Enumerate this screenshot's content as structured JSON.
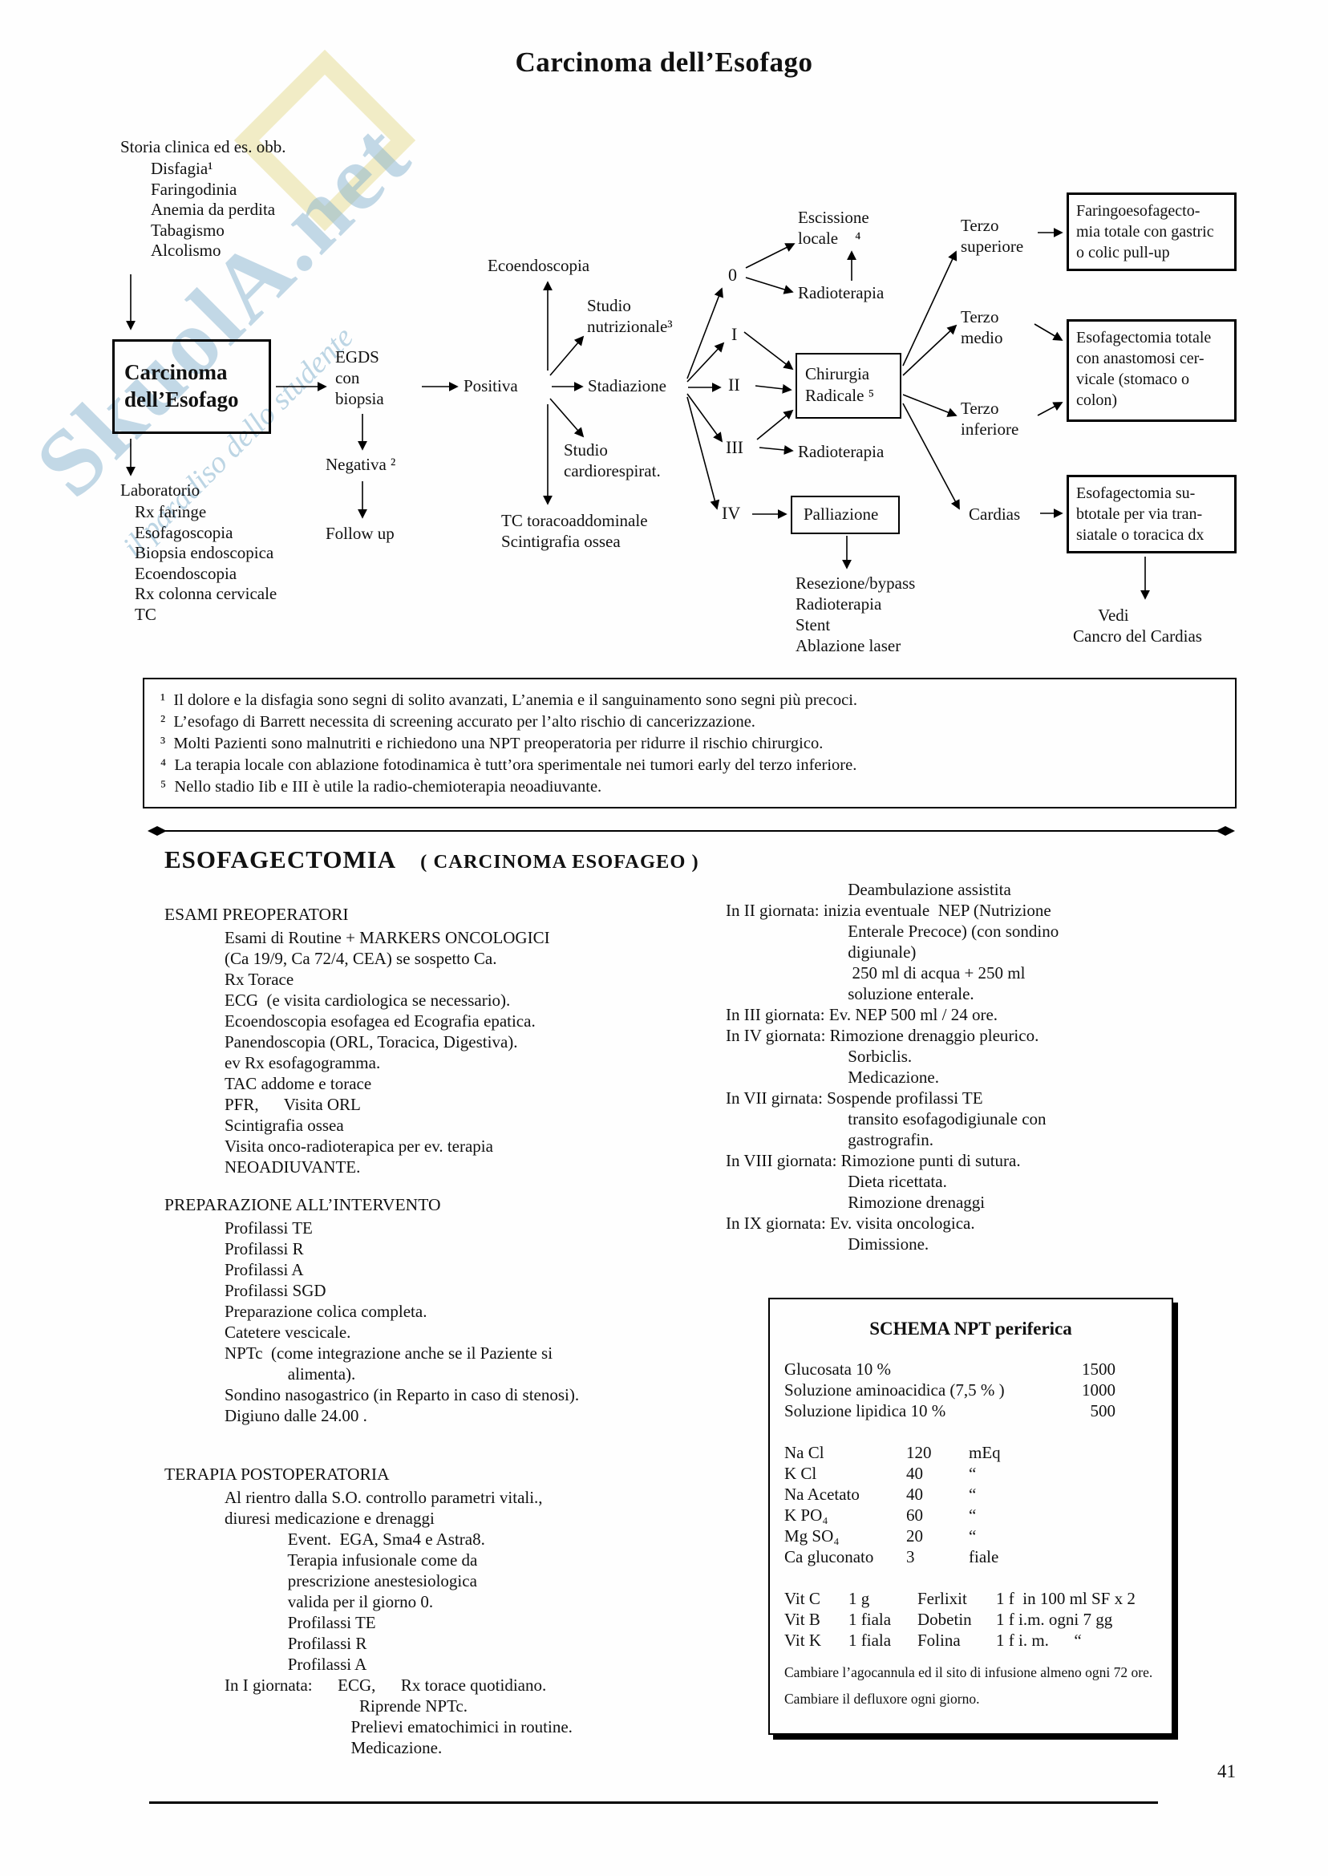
{
  "page": {
    "title": "Carcinoma dell’Esofago",
    "page_number": "41"
  },
  "watermark": {
    "brand": "SkuolA.net",
    "tagline": "il paradiso dello studente"
  },
  "flowchart": {
    "storia_title": "Storia clinica ed es. obb.",
    "storia_items": "Disfagia¹\nFaringodinia\nAnemia da perdita\nTabagismo\nAlcolismo",
    "carcinoma_box": "Carcinoma\ndell’Esofago",
    "laboratorio_title": "Laboratorio",
    "laboratorio_items": "Rx faringe\nEsofagoscopia\nBiopsia endoscopica\nEcoendoscopia\nRx colonna cervicale\nTC",
    "egds": "EGDS\ncon\nbiopsia",
    "positiva": "Positiva",
    "negativa": "Negativa ²",
    "follow_up": "Follow up",
    "ecoendoscopia": "Ecoendoscopia",
    "studio_nutrizionale": "Studio\nnutrizionale³",
    "stadiazione": "Stadiazione",
    "studio_cardio": "Studio\ncardiorespirat.",
    "tc_toraco": "TC toracoaddominale\nScintigrafia ossea",
    "stage_0": "0",
    "stage_1": "I",
    "stage_2": "II",
    "stage_3": "III",
    "stage_4": "IV",
    "escissione": "Escissione\nlocale    ⁴",
    "radioterapia_top": "Radioterapia",
    "chirurgia_box": "Chirurgia\nRadicale ⁵",
    "radioterapia_bottom": "Radioterapia",
    "palliazione_box": "Palliazione",
    "palliazione_items": "Resezione/bypass\nRadioterapia\nStent\nAblazione laser",
    "terzo_superiore": "Terzo\nsuperiore",
    "terzo_medio": "Terzo\nmedio",
    "terzo_inferiore": "Terzo\ninferiore",
    "cardias": "Cardias",
    "box_faringo": "Faringoesofagecto-\nmia totale con gastric\no colic pull-up",
    "box_esofagectomia_totale": "Esofagectomia totale\ncon anastomosi cer-\nvicale (stomaco o\ncolon)",
    "box_esofagectomia_subtotale": "Esofagectomia su-\nbtotale per via tran-\nsiatale o toracica dx",
    "vedi_cardias": "      Vedi\nCancro del Cardias"
  },
  "footnotes": [
    "¹  Il dolore e la disfagia sono segni di solito avanzati, L’anemia e il sanguinamento sono segni più precoci.",
    "²  L’esofago di Barrett necessita di screening accurato per l’alto rischio di cancerizzazione.",
    "³  Molti Pazienti sono malnutriti e richiedono una NPT preoperatoria per ridurre il rischio chirurgico.",
    "⁴  La terapia locale con ablazione fotodinamica è tutt’ora sperimentale nei tumori early del terzo inferiore.",
    "⁵  Nello stadio Iib e III è utile la radio-chemioterapia neoadiuvante."
  ],
  "section": {
    "heading": "ESOFAGECTOMIA",
    "heading_sub": "( CARCINOMA ESOFAGEO )"
  },
  "left_col": {
    "esami_heading": "ESAMI PREOPERATORI",
    "esami_body": "Esami di Routine + MARKERS ONCOLOGICI\n(Ca 19/9, Ca 72/4, CEA) se sospetto Ca.\nRx Torace\nECG  (e visita cardiologica se necessario).\nEcoendoscopia esofagea ed Ecografia epatica.\nPanendoscopia (ORL, Toracica, Digestiva).\nev Rx esofagogramma.\nTAC addome e torace\nPFR,      Visita ORL\nScintigrafia ossea\nVisita onco-radioterapica per ev. terapia\nNEOADIUVANTE.",
    "prep_heading": "PREPARAZIONE ALL’INTERVENTO",
    "prep_body": "Profilassi TE\nProfilassi R\nProfilassi A\nProfilassi SGD\nPreparazione colica completa.\nCatetere vescicale.\nNPTc  (come integrazione anche se il Paziente si\n               alimenta).\nSondino nasogastrico (in Reparto in caso di stenosi).\nDigiuno dalle 24.00 .",
    "postop_heading": "TERAPIA POSTOPERATORIA",
    "postop_body": "Al rientro dalla S.O. controllo parametri vitali.,\ndiuresi medicazione e drenaggi\n               Event.  EGA, Sma4 e Astra8.\n               Terapia infusionale come da\n               prescrizione anestesiologica\n               valida per il giorno 0.\n               Profilassi TE\n               Profilassi R\n               Profilassi A\nIn I giornata:      ECG,      Rx torace quotidiano.\n                                Riprende NPTc.\n                              Prelievi ematochimici in routine.\n                              Medicazione."
  },
  "right_col": {
    "body": "                             Deambulazione assistita\nIn II giornata: inizia eventuale  NEP (Nutrizione\n                             Enterale Precoce) (con sondino\n                             digiunale)\n                              250 ml di acqua + 250 ml\n                             soluzione enterale.\nIn III giornata: Ev. NEP 500 ml / 24 ore.\nIn IV giornata: Rimozione drenaggio pleurico.\n                             Sorbiclis.\n                             Medicazione.\nIn VII girnata: Sospende profilassi TE\n                             transito esofagodigiunale con\n                             gastrografin.\nIn VIII giornata: Rimozione punti di sutura.\n                             Dieta ricettata.\n                             Rimozione drenaggi\nIn IX giornata: Ev. visita oncologica.\n                             Dimissione."
  },
  "npt": {
    "title": "SCHEMA NPT periferica",
    "solutions": [
      {
        "label": "Glucosata 10 %",
        "value": "1500"
      },
      {
        "label": "Soluzione aminoacidica (7,5 % )",
        "value": "1000"
      },
      {
        "label": "Soluzione lipidica 10 %",
        "value": "500"
      }
    ],
    "electrolytes": [
      {
        "label": "Na Cl",
        "value": "120",
        "unit": "mEq"
      },
      {
        "label": "K Cl",
        "value": "40",
        "unit": "“"
      },
      {
        "label": "Na Acetato",
        "value": "40",
        "unit": "“"
      },
      {
        "label": "K PO₄",
        "value": "60",
        "unit": "“"
      },
      {
        "label": "Mg SO₄",
        "value": "20",
        "unit": "“"
      },
      {
        "label": "Ca gluconato",
        "value": "3",
        "unit": "fiale"
      }
    ],
    "vitamins": [
      {
        "vit": "Vit C",
        "dose": "1 g",
        "drug": "Ferlixit",
        "drug_dose": "1 f  in 100 ml SF x 2"
      },
      {
        "vit": "Vit B",
        "dose": "1 fiala",
        "drug": "Dobetin",
        "drug_dose": "1 f i.m. ogni 7 gg"
      },
      {
        "vit": "Vit K",
        "dose": "1 fiala",
        "drug": "Folina",
        "drug_dose": "1 f i. m.      “"
      }
    ],
    "notes": [
      "Cambiare l’agocannula ed il sito di infusione almeno ogni 72 ore.",
      "Cambiare il defluxore ogni giorno."
    ]
  }
}
